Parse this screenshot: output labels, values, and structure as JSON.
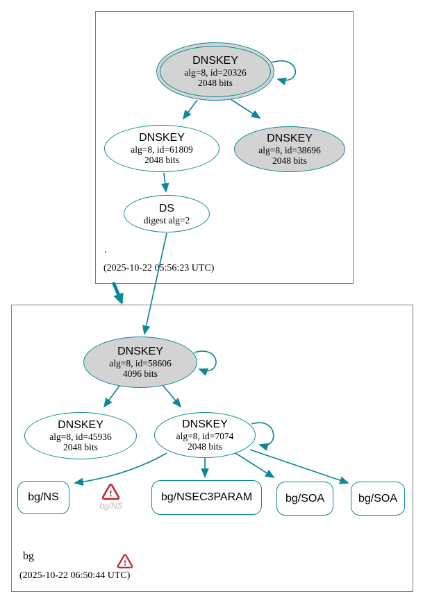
{
  "colors": {
    "edge": "#0e8798",
    "node_border": "#0e8798",
    "node_fill_gray": "#d3d3d3",
    "warning_red": "#c62828",
    "muted_caption": "#bcbcbc",
    "box_border": "#7d7d7d"
  },
  "root_zone": {
    "label": ".",
    "timestamp": "(2025-10-22 05:56:23 UTC)",
    "ksk": {
      "title": "DNSKEY",
      "line1": "alg=8, id=20326",
      "line2": "2048 bits"
    },
    "zsk": {
      "title": "DNSKEY",
      "line1": "alg=8, id=61809",
      "line2": "2048 bits"
    },
    "key38696": {
      "title": "DNSKEY",
      "line1": "alg=8, id=38696",
      "line2": "2048 bits"
    },
    "ds": {
      "title": "DS",
      "line1": "digest alg=2"
    }
  },
  "bg_zone": {
    "label": "bg",
    "timestamp": "(2025-10-22 06:50:44 UTC)",
    "ksk": {
      "title": "DNSKEY",
      "line1": "alg=8, id=58606",
      "line2": "4096 bits"
    },
    "key45936": {
      "title": "DNSKEY",
      "line1": "alg=8, id=45936",
      "line2": "2048 bits"
    },
    "key7074": {
      "title": "DNSKEY",
      "line1": "alg=8, id=7074",
      "line2": "2048 bits"
    },
    "rrsets": {
      "ns": "bg/NS",
      "nsec3param": "bg/NSEC3PARAM",
      "soa1": "bg/SOA",
      "soa2": "bg/SOA"
    },
    "warning_ns_caption": "bg/NS",
    "warning_icon_glyph": "!"
  }
}
